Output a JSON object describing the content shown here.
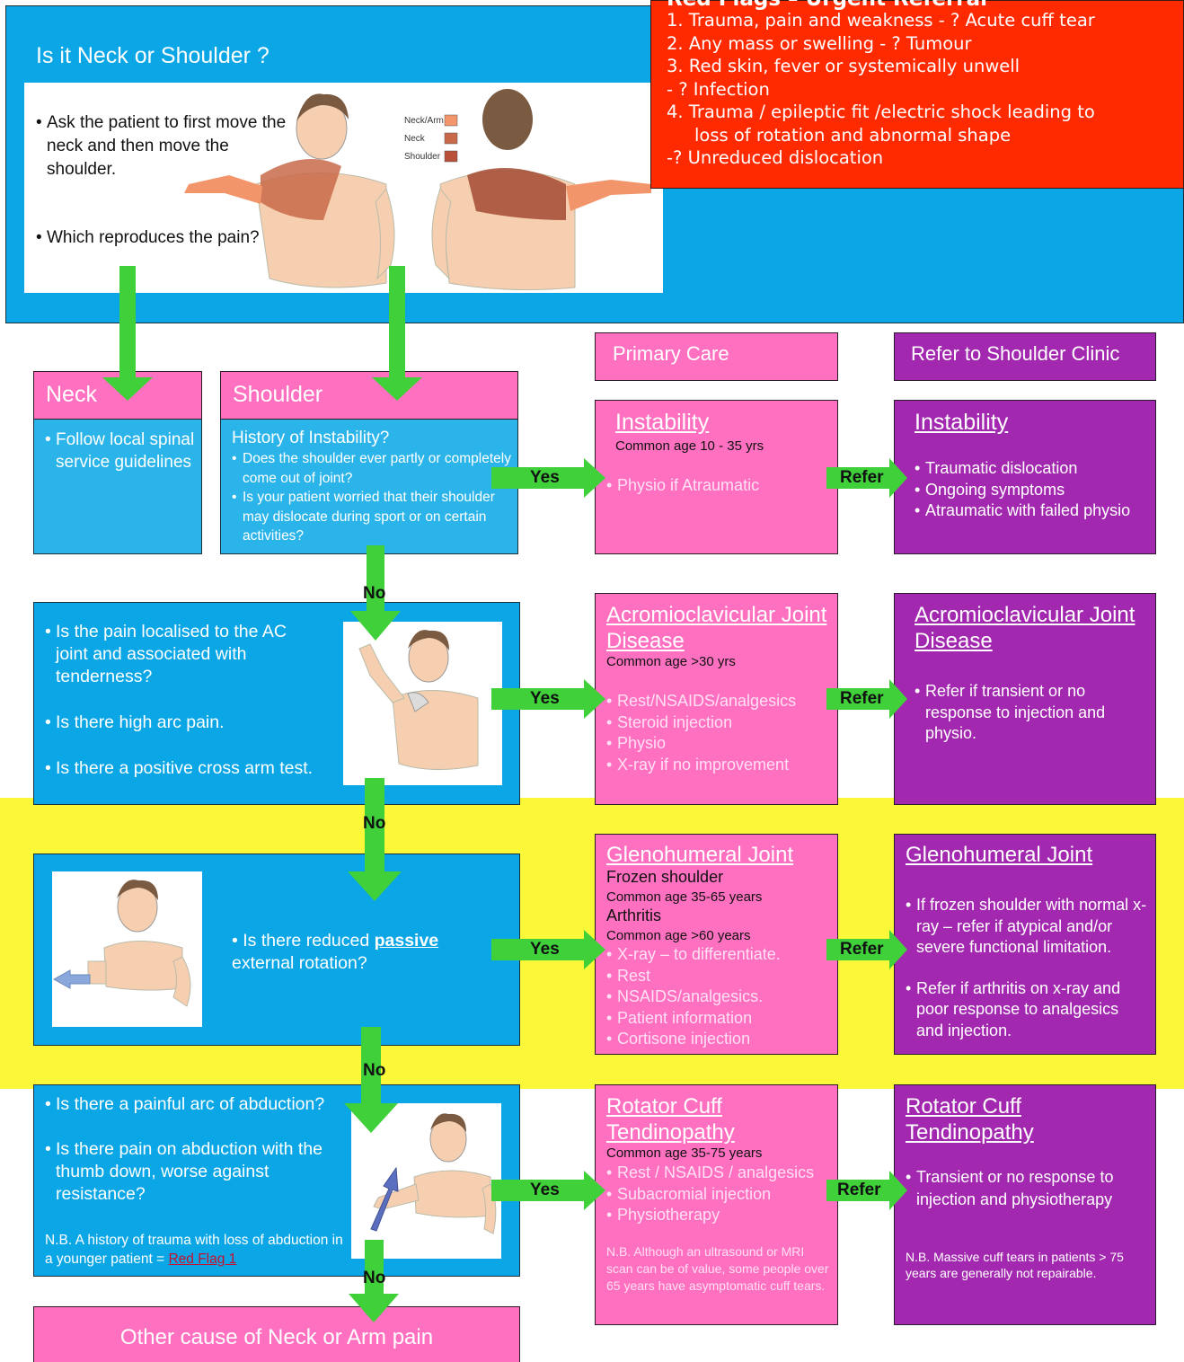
{
  "top": {
    "title": "Is it Neck or Shoulder ?",
    "bullets": [
      "Ask the patient to first move the neck and then move the shoulder.",
      "Which reproduces the pain?"
    ],
    "legend": [
      "Neck/Arm",
      "Neck",
      "Shoulder"
    ]
  },
  "red_flags": {
    "title": "Red Flags – Urgent Referral",
    "items": [
      "1. Trauma, pain and weakness - ? Acute cuff tear",
      "2. Any mass or swelling - ? Tumour",
      "3. Red skin, fever or systemically unwell",
      "- ? Infection",
      "4. Trauma / epileptic fit /electric shock leading to",
      "loss of rotation and abnormal shape",
      "-? Unreduced dislocation"
    ]
  },
  "headers": {
    "primary": "Primary Care",
    "refer": "Refer to Shoulder Clinic"
  },
  "neck": {
    "title": "Neck",
    "bullet": "Follow local spinal service guidelines"
  },
  "shoulder": {
    "title": "Shoulder",
    "q": "History of Instability?",
    "bullets": [
      "Does the shoulder ever partly or completely come out of joint?",
      "Is your patient worried that their shoulder may dislocate during sport or on certain activities?"
    ]
  },
  "labels": {
    "yes": "Yes",
    "no": "No",
    "refer": "Refer"
  },
  "instability": {
    "title": "Instability",
    "age": "Common age 10 - 35 yrs",
    "primary": [
      "Physio if Atraumatic"
    ],
    "refer": [
      "Traumatic dislocation",
      "Ongoing symptoms",
      "Atraumatic with failed physio"
    ]
  },
  "ac": {
    "questions": [
      "Is the pain localised to the AC joint and associated with tenderness?",
      "Is there high arc pain.",
      "Is there a positive cross arm test."
    ],
    "title": "Acromioclavicular Joint Disease",
    "age": "Common age >30 yrs",
    "primary": [
      "Rest/NSAIDS/analgesics",
      "Steroid injection",
      "Physio",
      "X-ray if no improvement"
    ],
    "refer": [
      "Refer if transient or no response to injection and physio."
    ]
  },
  "gh": {
    "question_pre": "Is there reduced ",
    "question_bold": "passive",
    "question_post": " external rotation?",
    "title": "Glenohumeral Joint",
    "sub1": "Frozen shoulder",
    "age1": "Common age 35-65 years",
    "sub2": "Arthritis",
    "age2": "Common age >60 years",
    "primary": [
      "X-ray – to differentiate.",
      "Rest",
      "NSAIDS/analgesics.",
      "Patient information",
      "Cortisone injection"
    ],
    "refer": [
      "If frozen shoulder with normal x-ray – refer if atypical and/or severe functional limitation.",
      "Refer if arthritis on x-ray and poor response to analgesics and injection."
    ]
  },
  "rc": {
    "questions": [
      "Is there a painful arc of abduction?",
      "Is there pain on abduction with the thumb down, worse against resistance?"
    ],
    "nb_pre": "N.B. A history of trauma with loss of abduction in a younger patient = ",
    "nb_link": "Red Flag 1",
    "title": "Rotator Cuff Tendinopathy",
    "age": "Common age 35-75 years",
    "primary": [
      "Rest / NSAIDS / analgesics",
      "Subacromial injection",
      "Physiotherapy"
    ],
    "primary_nb": "N.B. Although an ultrasound or MRI scan can be of value, some people over 65 years have asymptomatic cuff tears.",
    "refer": [
      "Transient or no response  to injection and physiotherapy"
    ],
    "refer_nb": "N.B. Massive cuff tears in patients > 75 years are generally not repairable."
  },
  "other": {
    "title": "Other cause of Neck or Arm pain"
  },
  "colors": {
    "blue": "#0aa6e6",
    "pink": "#ff70c0",
    "purple": "#a328b0",
    "red": "#ff2a00",
    "yellow": "#fbf83a",
    "green": "#3fd03a"
  }
}
